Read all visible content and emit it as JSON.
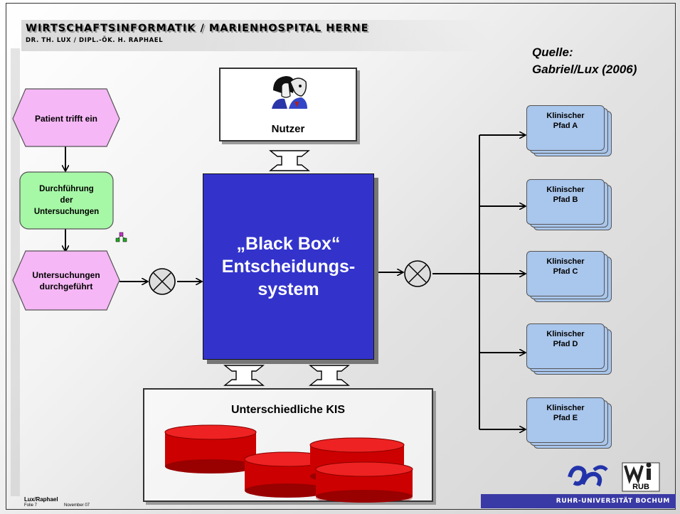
{
  "header": {
    "title": "WIRTSCHAFTSINFORMATIK / MARIENHOSPITAL HERNE",
    "subtitle": "DR. TH. LUX / DIPL.-ÖK. H. RAPHAEL"
  },
  "source": {
    "line1": "Quelle:",
    "line2": "Gabriel/Lux (2006)"
  },
  "process": {
    "event_start": "Patient trifft ein",
    "function_lines": [
      "Durchführung",
      "der",
      "Untersuchungen"
    ],
    "event_end_lines": [
      "Untersuchungen",
      "durchgeführt"
    ]
  },
  "user_box": {
    "label": "Nutzer"
  },
  "black_box": {
    "lines": [
      "„Black Box“",
      "Entscheidungs-",
      "system"
    ]
  },
  "kis_box": {
    "label": "Unterschiedliche KIS"
  },
  "clinical_paths": [
    {
      "line1": "Klinischer",
      "line2": "Pfad A"
    },
    {
      "line1": "Klinischer",
      "line2": "Pfad B"
    },
    {
      "line1": "Klinischer",
      "line2": "Pfad C"
    },
    {
      "line1": "Klinischer",
      "line2": "Pfad D"
    },
    {
      "line1": "Klinischer",
      "line2": "Pfad E"
    }
  ],
  "footer": {
    "authors": "Lux/Raphael",
    "slide": "Folie 7",
    "date": "November 07",
    "university": "RUHR-UNIVERSITÄT BOCHUM",
    "logo_text": "RUB"
  },
  "colors": {
    "event": "#f5b7f5",
    "function": "#a6f7a6",
    "black_box": "#3333cc",
    "path": "#a9c6ec",
    "database": "#cc0000",
    "footer_bar": "#3a3aa6"
  }
}
